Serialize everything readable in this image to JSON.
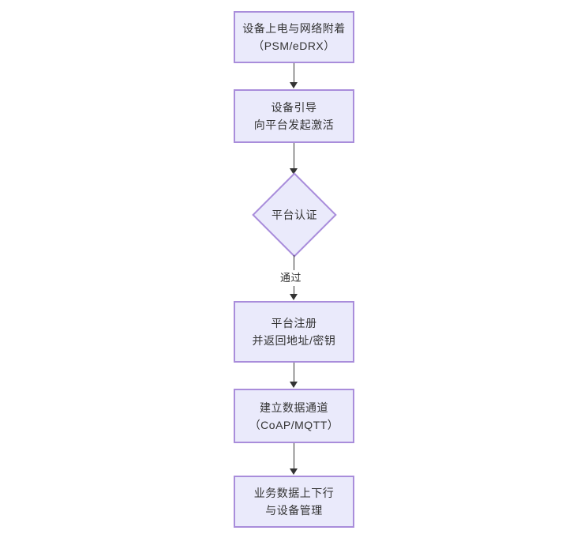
{
  "diagram": {
    "type": "flowchart",
    "orientation": "top-to-bottom",
    "colors": {
      "node_fill": "#eaeafb",
      "node_border": "#a98ddb",
      "connector": "#333333",
      "text": "#333333",
      "background": "#ffffff"
    },
    "nodes": [
      {
        "id": "power",
        "shape": "rectangle",
        "lines": [
          "设备上电与网络附着",
          "（PSM/eDRX）"
        ]
      },
      {
        "id": "bootstrap",
        "shape": "rectangle",
        "lines": [
          "设备引导",
          "向平台发起激活"
        ]
      },
      {
        "id": "auth",
        "shape": "diamond",
        "lines": [
          "平台认证"
        ]
      },
      {
        "id": "register",
        "shape": "rectangle",
        "lines": [
          "平台注册",
          "并返回地址/密钥"
        ]
      },
      {
        "id": "channel",
        "shape": "rectangle",
        "lines": [
          "建立数据通道",
          "（CoAP/MQTT）"
        ]
      },
      {
        "id": "data",
        "shape": "rectangle",
        "lines": [
          "业务数据上下行",
          "与设备管理"
        ]
      }
    ],
    "edges": [
      {
        "from": "power",
        "to": "bootstrap",
        "label": ""
      },
      {
        "from": "bootstrap",
        "to": "auth",
        "label": ""
      },
      {
        "from": "auth",
        "to": "register",
        "label": "通过"
      },
      {
        "from": "register",
        "to": "channel",
        "label": ""
      },
      {
        "from": "channel",
        "to": "data",
        "label": ""
      }
    ]
  }
}
